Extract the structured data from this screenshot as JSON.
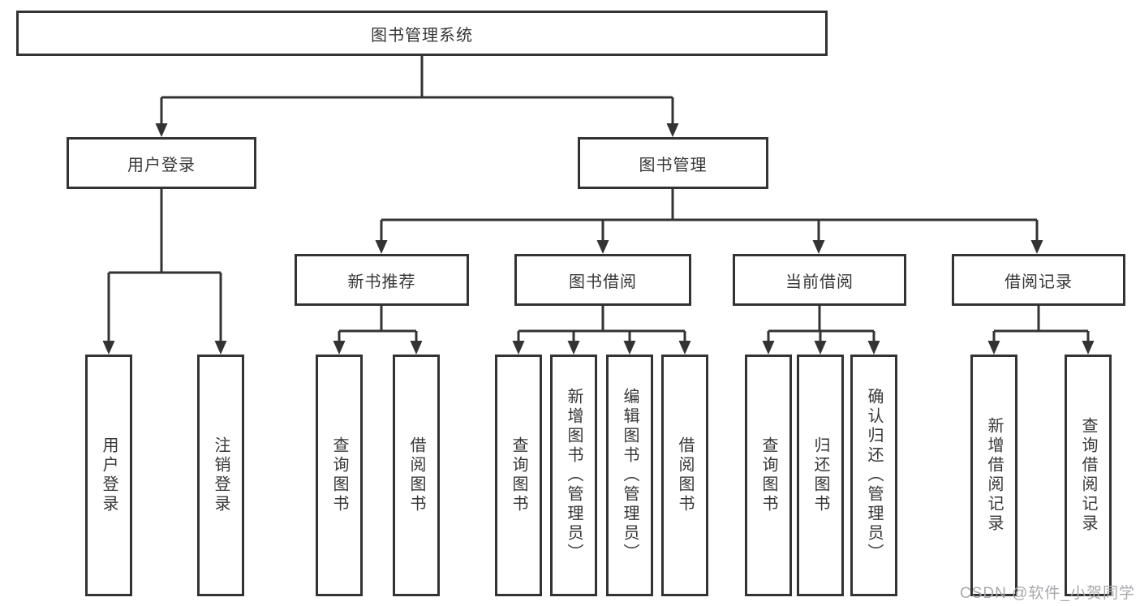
{
  "diagram_title": "图书管理系统",
  "tree": {
    "label": "图书管理系统",
    "children": [
      {
        "label": "用户登录",
        "children": [
          {
            "label": "用户登录"
          },
          {
            "label": "注销登录"
          }
        ]
      },
      {
        "label": "图书管理",
        "children": [
          {
            "label": "新书推荐",
            "children": [
              {
                "label": "查询图书"
              },
              {
                "label": "借阅图书"
              }
            ]
          },
          {
            "label": "图书借阅",
            "children": [
              {
                "label": "查询图书"
              },
              {
                "label": "新增图书（管理员）"
              },
              {
                "label": "编辑图书（管理员）"
              },
              {
                "label": "借阅图书"
              }
            ]
          },
          {
            "label": "当前借阅",
            "children": [
              {
                "label": "查询图书"
              },
              {
                "label": "归还图书"
              },
              {
                "label": "确认归还（管理员）"
              }
            ]
          },
          {
            "label": "借阅记录",
            "children": [
              {
                "label": "新增借阅记录"
              },
              {
                "label": "查询借阅记录"
              }
            ]
          }
        ]
      }
    ]
  },
  "watermark": {
    "text": "CSDN @软件_小贺同学"
  },
  "colors": {
    "line": "#333333",
    "box_border": "#333333",
    "box_fill": "#ffffff",
    "text": "#363636",
    "watermark": "#a8a8ad",
    "background": "#ffffff"
  }
}
